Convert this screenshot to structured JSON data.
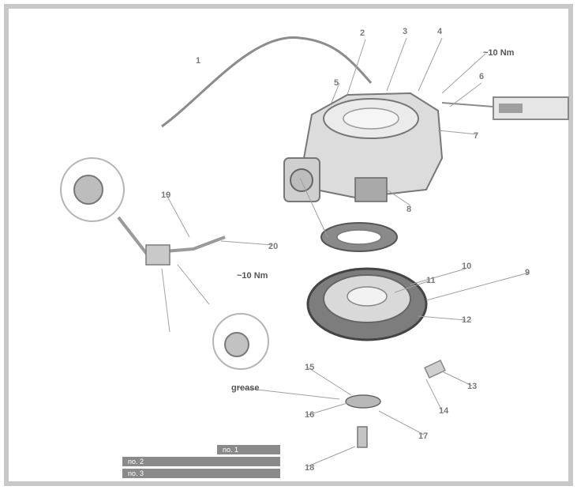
{
  "diagram": {
    "callouts": [
      {
        "id": "c1",
        "text": "1"
      },
      {
        "id": "c2",
        "text": "2"
      },
      {
        "id": "c3",
        "text": "3"
      },
      {
        "id": "c4",
        "text": "4"
      },
      {
        "id": "c5",
        "text": "5"
      },
      {
        "id": "c6",
        "text": "6"
      },
      {
        "id": "c7",
        "text": "7"
      },
      {
        "id": "c8",
        "text": "8"
      },
      {
        "id": "c9",
        "text": "9"
      },
      {
        "id": "c10",
        "text": "10"
      },
      {
        "id": "c11",
        "text": "11"
      },
      {
        "id": "c12",
        "text": "12"
      },
      {
        "id": "c13",
        "text": "13"
      },
      {
        "id": "c14",
        "text": "14"
      },
      {
        "id": "c15",
        "text": "15"
      },
      {
        "id": "c16",
        "text": "16"
      },
      {
        "id": "c17",
        "text": "17"
      },
      {
        "id": "c18",
        "text": "18"
      },
      {
        "id": "c19",
        "text": "19"
      },
      {
        "id": "c20",
        "text": "20"
      }
    ],
    "notes": [
      {
        "id": "torque1",
        "text": "~10 Nm"
      },
      {
        "id": "torque2",
        "text": "~10 Nm"
      },
      {
        "id": "grease",
        "text": "grease"
      }
    ],
    "boxed_labels": [
      {
        "id": "box1",
        "text": "no. 1"
      },
      {
        "id": "box2",
        "text": "no. 2"
      },
      {
        "id": "box3",
        "text": "no. 3"
      }
    ]
  },
  "colors": {
    "line": "#9a9a9a",
    "part_dark": "#6e6e6e",
    "part_mid": "#b5b5b5",
    "part_light": "#dedede",
    "frame": "#c8c8c8",
    "label_box": "#7a7a7a"
  }
}
